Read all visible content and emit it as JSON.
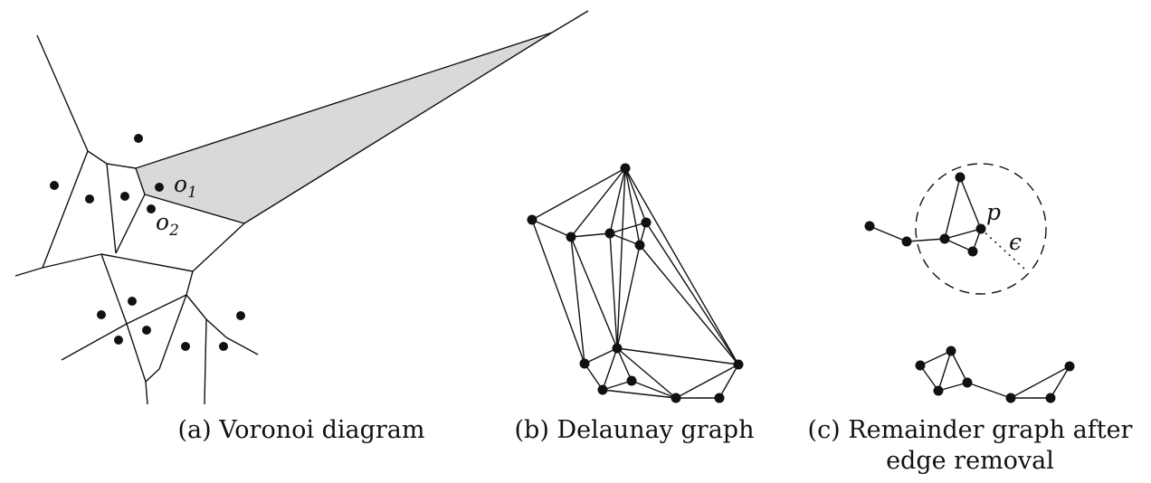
{
  "panels": [
    {
      "id": "a",
      "caption": "(a) Voronoi diagram",
      "labels": {
        "o1_base": "o",
        "o1_sub": "1",
        "o2_base": "o",
        "o2_sub": "2"
      }
    },
    {
      "id": "b",
      "caption": "(b) Delaunay graph"
    },
    {
      "id": "c",
      "caption_line1": "(c) Remainder graph after",
      "caption_line2": "edge removal",
      "labels": {
        "p": "p",
        "epsilon": "ϵ"
      }
    }
  ],
  "colors": {
    "ink": "#111111",
    "highlighted_cell": "#d9d9d9",
    "background": "#ffffff"
  }
}
